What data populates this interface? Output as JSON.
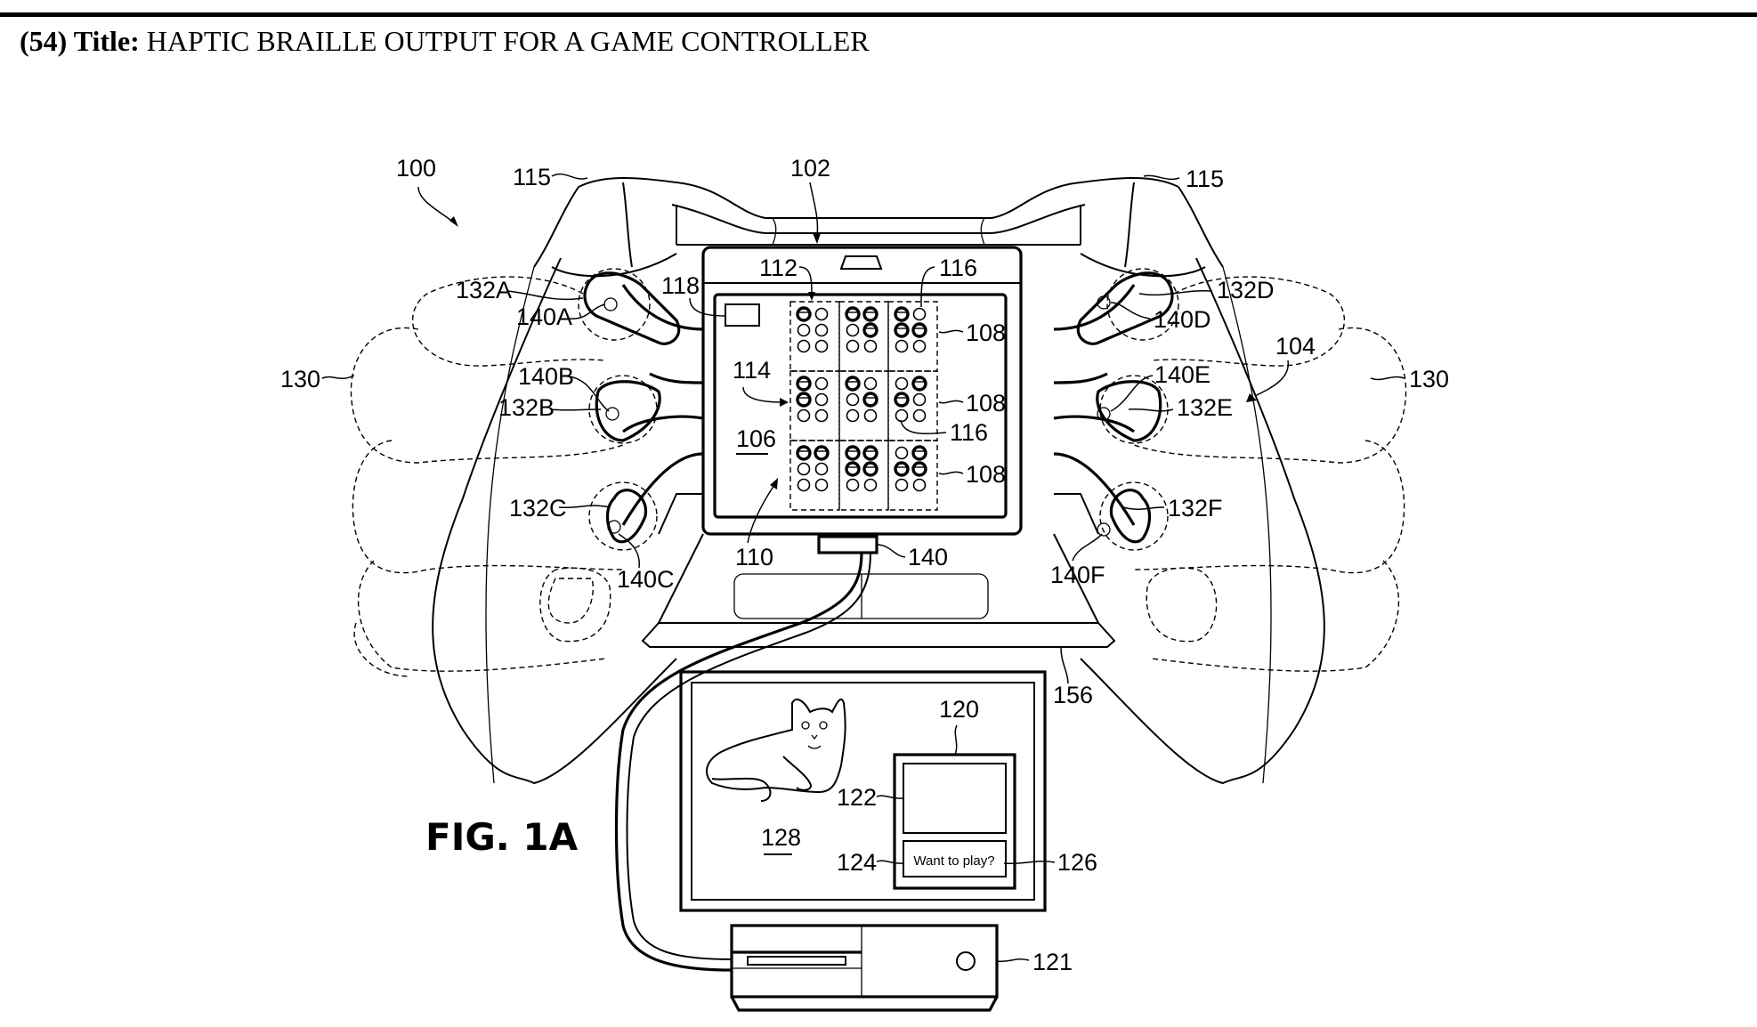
{
  "header": {
    "title_prefix": "(54) Title:",
    "title": "HAPTIC BRAILLE OUTPUT FOR A GAME CONTROLLER"
  },
  "figure": {
    "label": "FIG. 1A",
    "reference_numerals": {
      "system": "100",
      "display_device": "102",
      "controller": "104",
      "touch_screen": "106",
      "braille_row": "108",
      "screen_area": "110",
      "braille_cell_region": "112",
      "braille_array": "114",
      "bumper": "115",
      "braille_dot": "116",
      "indicator": "118",
      "dialog": "120",
      "console": "121",
      "dialog_image": "122",
      "dialog_text_box": "124",
      "dialog_text": "126",
      "game_display": "128",
      "hand": "130",
      "grip_a": "132A",
      "grip_b": "132B",
      "grip_c": "132C",
      "grip_d": "132D",
      "grip_e": "132E",
      "grip_f": "132F",
      "connector": "140",
      "actuator_a": "140A",
      "actuator_b": "140B",
      "actuator_c": "140C",
      "actuator_d": "140D",
      "actuator_e": "140E",
      "actuator_f": "140F",
      "stand": "156"
    },
    "dialog_text": "Want to play?",
    "braille_cells": [
      [
        [
          1,
          0,
          0,
          0,
          0,
          0
        ],
        [
          1,
          1,
          0,
          1,
          0,
          0
        ],
        [
          1,
          0,
          1,
          1,
          0,
          0
        ]
      ],
      [
        [
          1,
          0,
          1,
          0,
          0,
          0
        ],
        [
          1,
          0,
          0,
          1,
          0,
          0
        ],
        [
          0,
          1,
          1,
          0,
          0,
          0
        ]
      ],
      [
        [
          1,
          1,
          0,
          0,
          0,
          0
        ],
        [
          1,
          1,
          1,
          1,
          0,
          0
        ],
        [
          0,
          1,
          1,
          1,
          0,
          0
        ]
      ]
    ]
  }
}
